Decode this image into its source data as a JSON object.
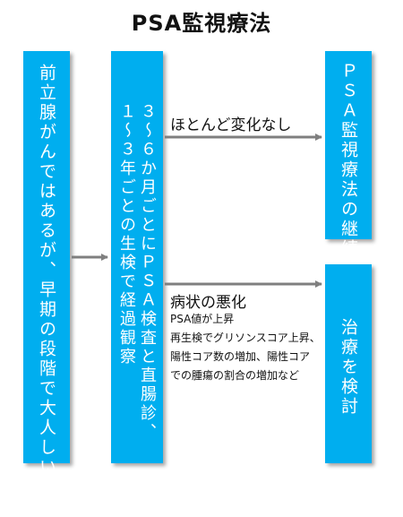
{
  "title": "PSA監視療法",
  "boxes": {
    "left": "前立腺がんではあるが、早期の段階で大人しい性質",
    "middle_line1": "３～６か月ごとにＰＳＡ検査と直腸診、",
    "middle_line2": "１～３年ごとの生検で経過観察",
    "top_right": "ＰＳＡ監視療法の継続",
    "bottom_right": "治療を検討"
  },
  "labels": {
    "upper": "ほとんど変化なし",
    "lower_heading": "病状の悪化",
    "lower_details": [
      "PSA値が上昇",
      "再生検でグリソンスコア上昇、",
      "陽性コア数の増加、陽性コア",
      "での腫瘍の割合の増加など"
    ]
  },
  "colors": {
    "box": "#00aeef",
    "arrow": "#7f7f7f"
  }
}
